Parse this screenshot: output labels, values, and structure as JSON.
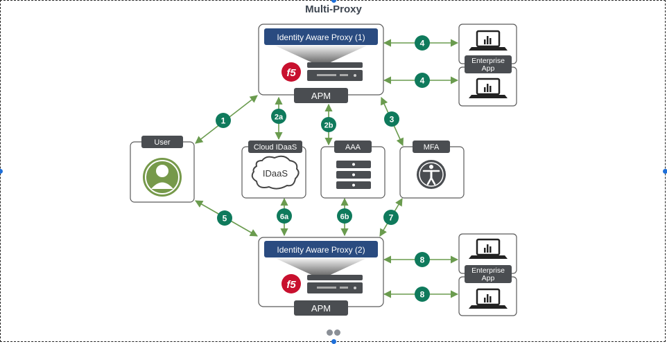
{
  "title": "Multi-Proxy",
  "proxy1": {
    "label": "Identity Aware Proxy (1)",
    "module": "APM",
    "logo": "f5"
  },
  "proxy2": {
    "label": "Identity Aware Proxy (2)",
    "module": "APM",
    "logo": "f5"
  },
  "user": {
    "label": "User"
  },
  "cloud_idaas": {
    "label": "Cloud IDaaS",
    "inner": "IDaaS"
  },
  "aaa": {
    "label": "AAA"
  },
  "mfa": {
    "label": "MFA"
  },
  "enterprise_top": {
    "label_line1": "Enterprise",
    "label_line2": "App"
  },
  "enterprise_bottom": {
    "label_line1": "Enterprise",
    "label_line2": "App"
  },
  "steps": {
    "s1": "1",
    "s2a": "2a",
    "s2b": "2b",
    "s3": "3",
    "s4a": "4",
    "s4b": "4",
    "s5": "5",
    "s6a": "6a",
    "s6b": "6b",
    "s7": "7",
    "s8a": "8",
    "s8b": "8"
  },
  "colors": {
    "accent_green": "#0f7a5c",
    "arrow_green": "#6a9b4e",
    "proxy_bar": "#2a4b80",
    "dark_label": "#4a4d51",
    "f5_red": "#c8102e",
    "user_green": "#76994a"
  }
}
